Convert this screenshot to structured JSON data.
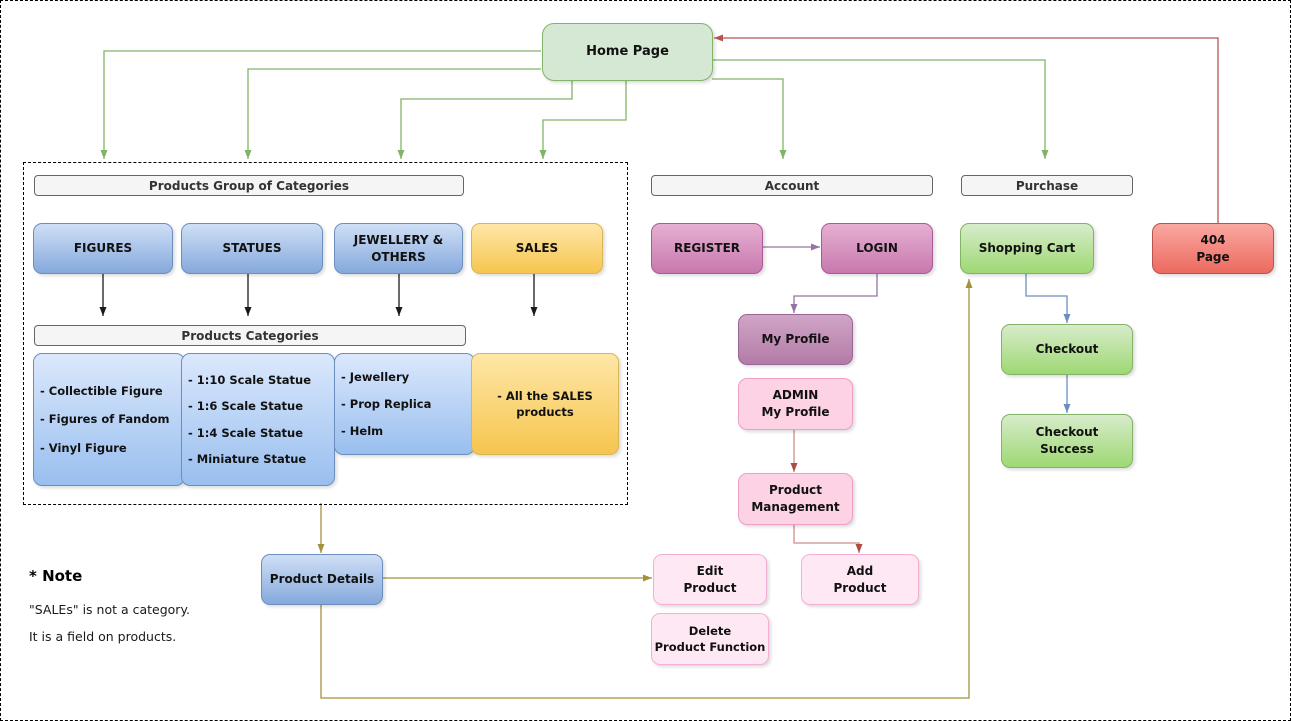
{
  "home_page": {
    "label": "Home Page"
  },
  "products": {
    "group_header": "Products Group of Categories",
    "categories_header": "Products Categories",
    "groups": [
      {
        "label": "FIGURES",
        "items": [
          "- Collectible Figure",
          "- Figures of Fandom",
          "- Vinyl Figure"
        ]
      },
      {
        "label": "STATUES",
        "items": [
          "- 1:10 Scale Statue",
          "- 1:6 Scale Statue",
          "- 1:4 Scale Statue",
          "- Miniature Statue"
        ]
      },
      {
        "label": "JEWELLERY &\nOTHERS",
        "items": [
          "- Jewellery",
          "- Prop Replica",
          "- Helm"
        ]
      },
      {
        "label": "SALES",
        "items": [
          "- All the SALES products"
        ]
      }
    ],
    "product_details_label": "Product Details"
  },
  "account": {
    "header": "Account",
    "register_label": "REGISTER",
    "login_label": "LOGIN",
    "my_profile_label": "My Profile",
    "admin_my_profile_label": "ADMIN\nMy Profile",
    "product_management_label": "Product\nManagement",
    "edit_product_label": "Edit\nProduct",
    "delete_product_label": "Delete\nProduct Function",
    "add_product_label": "Add\nProduct"
  },
  "purchase": {
    "header": "Purchase",
    "shopping_cart_label": "Shopping Cart",
    "checkout_label": "Checkout",
    "checkout_success_label": "Checkout\nSuccess"
  },
  "error_page": {
    "label": "404\nPage"
  },
  "note": {
    "heading": "* Note",
    "lines": [
      "\"SALEs\" is not a category.",
      "It is a field on products."
    ]
  },
  "colors": {
    "green_accent": "#82b366",
    "blue_accent": "#6c8ebf",
    "yellow_accent": "#d6b656",
    "purple_accent": "#9673a6",
    "red_accent": "#b85450",
    "olive_accent": "#a4913c",
    "pink_accent": "#ef9fc6"
  }
}
